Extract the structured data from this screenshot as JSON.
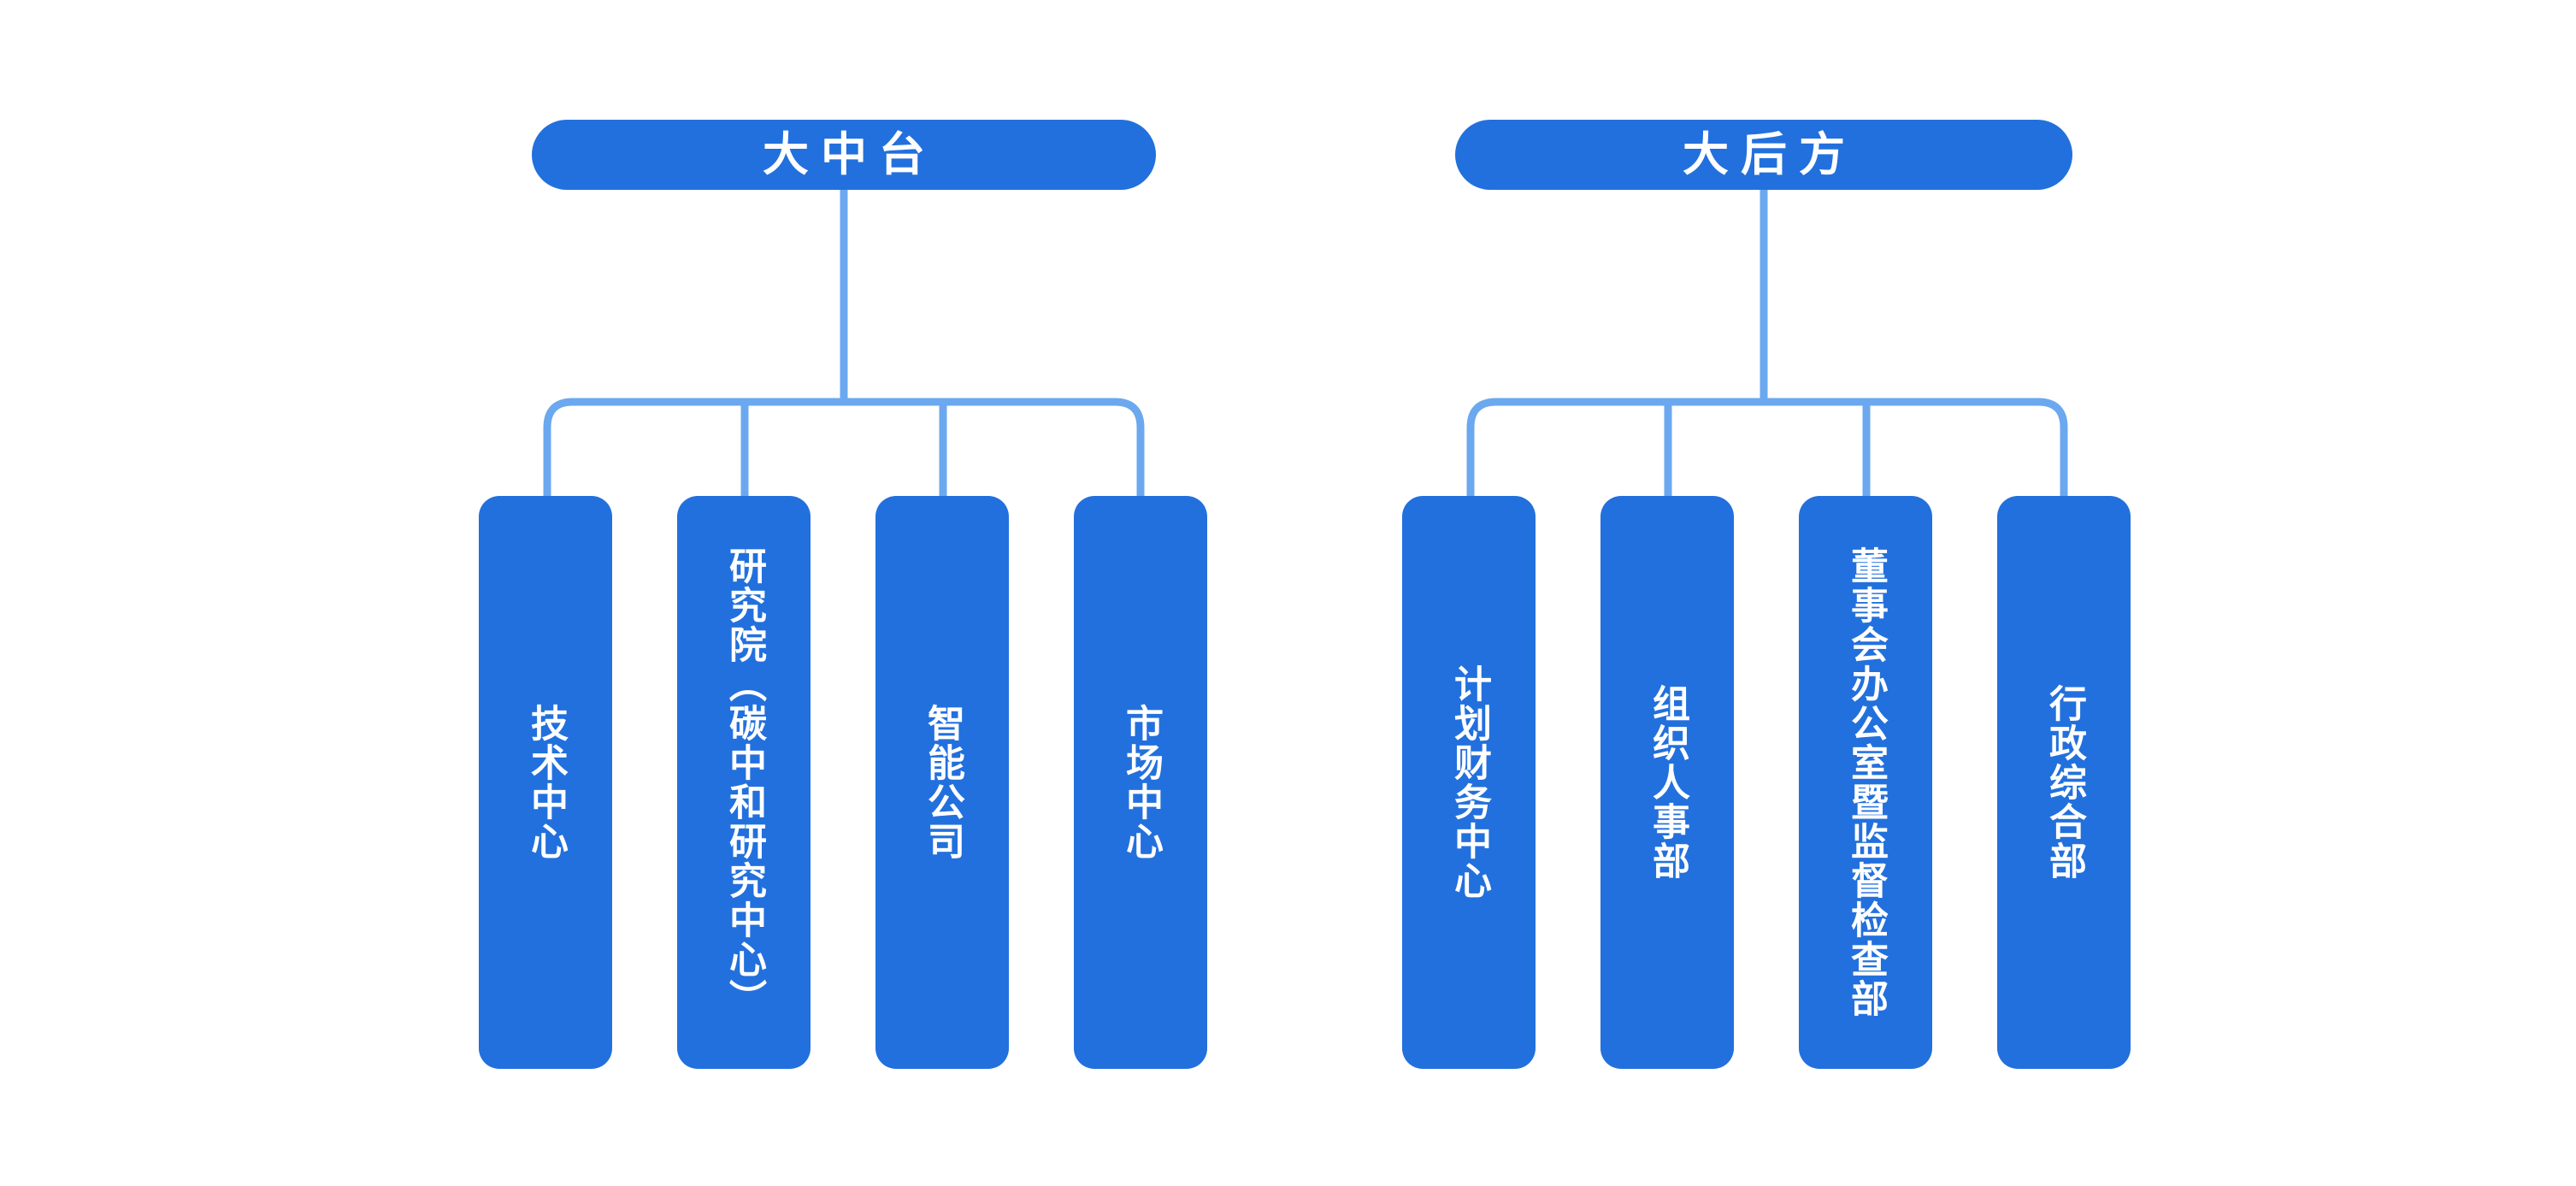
{
  "diagram": {
    "type": "org-chart",
    "title_present": false,
    "background_color": "#ffffff",
    "node_color": "#2270dd",
    "connector_color": "#6ba8ef",
    "text_color": "#ffffff",
    "groups": [
      {
        "id": "group-mid-platform",
        "header": "大中台",
        "children": [
          {
            "id": "tech-center",
            "label": "技术中心",
            "columns": [
              "技术中心"
            ]
          },
          {
            "id": "research-institute",
            "label": "研究院（碳中和研究中心）",
            "columns": [
              "（碳中和研究中心）",
              "研究院"
            ]
          },
          {
            "id": "intelligent-company",
            "label": "智能公司",
            "columns": [
              "智能公司"
            ]
          },
          {
            "id": "market-center",
            "label": "市场中心",
            "columns": [
              "市场中心"
            ]
          }
        ]
      },
      {
        "id": "group-rear-support",
        "header": "大后方",
        "children": [
          {
            "id": "finance-center",
            "label": "计划财务中心",
            "columns": [
              "计划财务中心"
            ]
          },
          {
            "id": "hr-department",
            "label": "组织人事部",
            "columns": [
              "组织人事部"
            ]
          },
          {
            "id": "board-office",
            "label": "董事会办公室暨监督检查部",
            "columns": [
              "暨监督检查部",
              "董事会办公室"
            ]
          },
          {
            "id": "admin-department",
            "label": "行政综合部",
            "columns": [
              "行政综合部"
            ]
          }
        ]
      }
    ]
  }
}
